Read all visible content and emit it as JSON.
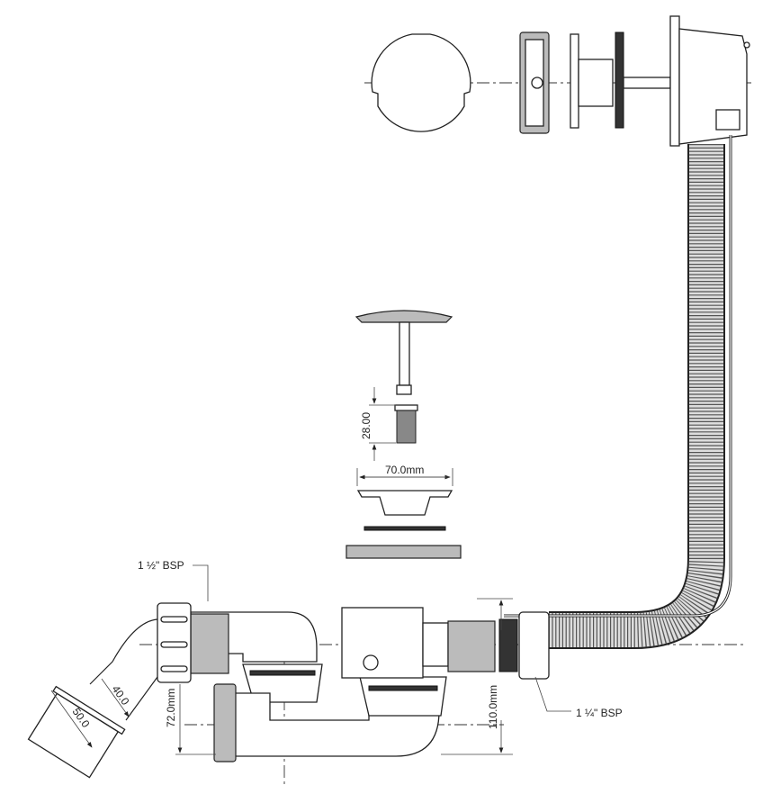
{
  "title": "Bath waste and overflow assembly technical drawing",
  "labels": {
    "outlet_thread": "1 ½\" BSP",
    "overflow_thread": "1 ¼\" BSP",
    "plug_width": "70.0mm",
    "thread_height": "28.00",
    "seal_depth": "72.0mm",
    "total_height": "110.0mm",
    "pipe_inner": "40.0",
    "pipe_outer": "50.0"
  }
}
